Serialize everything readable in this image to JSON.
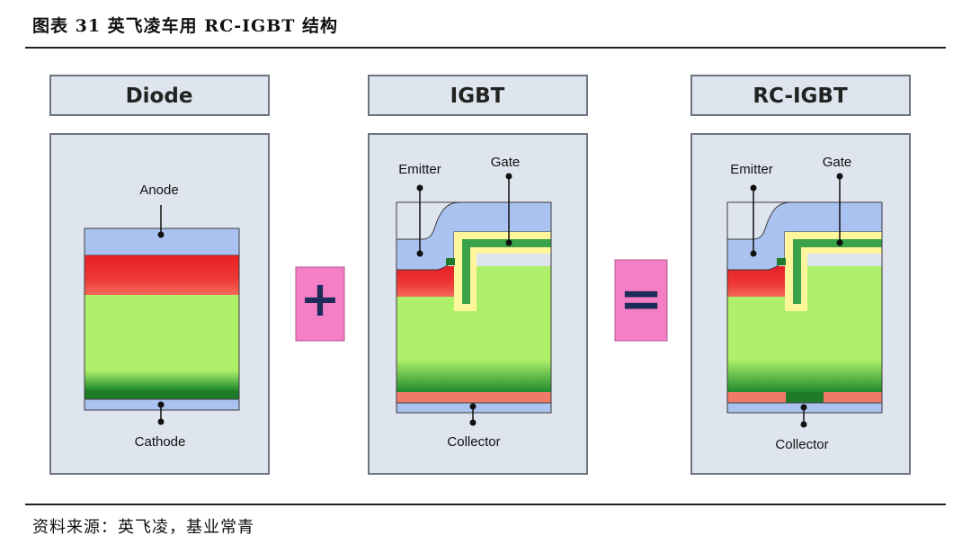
{
  "figure_title": "图表 31  英飞凌车用 RC-IGBT 结构",
  "source": "资料来源：英飞凌，基业常青",
  "panels": {
    "diode": {
      "header": "Diode",
      "anode": "Anode",
      "cathode": "Cathode"
    },
    "igbt": {
      "header": "IGBT",
      "emitter": "Emitter",
      "gate": "Gate",
      "collector": "Collector"
    },
    "rcigbt": {
      "header": "RC-IGBT",
      "emitter": "Emitter",
      "gate": "Gate",
      "collector": "Collector"
    }
  },
  "operators": {
    "plus": "+",
    "equals": "="
  },
  "colors": {
    "box_fill": "#dfe5ee",
    "box_stroke": "#6e7480",
    "metal_blue": "#a9c2ef",
    "p_red": "#e8262b",
    "n_drift_green": "#aef06a",
    "dark_green": "#1f7a2a",
    "gate_yellow": "#fff59a",
    "collector_red": "#f07a6a",
    "operator_pink": "#f57fc6",
    "operator_navy": "#1c2b5a"
  }
}
